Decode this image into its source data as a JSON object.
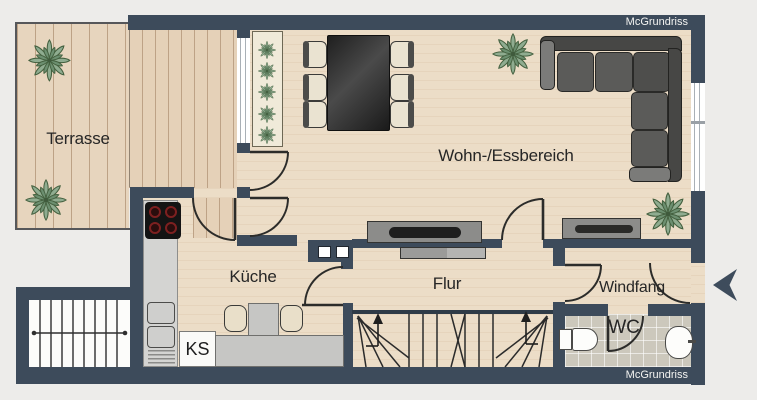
{
  "watermark": {
    "top": "McGrundriss",
    "bottom": "McGrundriss"
  },
  "rooms": {
    "terrasse": {
      "label": "Terrasse"
    },
    "wohn_essbereich": {
      "label": "Wohn-/Essbereich"
    },
    "kueche": {
      "label": "Küche"
    },
    "flur": {
      "label": "Flur"
    },
    "windfang": {
      "label": "Windfang"
    },
    "wc": {
      "label": "WC"
    },
    "ks": {
      "label": "KS"
    }
  },
  "colors": {
    "wall": "#3d4b5b",
    "wood_floor": "#ecddc7",
    "terrace_deck": "#e7d5be",
    "tile_floor": "#ccc8bc",
    "sofa": "#5b5b59",
    "plant_green": "#8fac90",
    "entry_arrow": "#3e4c5c",
    "stove": "#141414",
    "burner_red": "#7d2020"
  }
}
